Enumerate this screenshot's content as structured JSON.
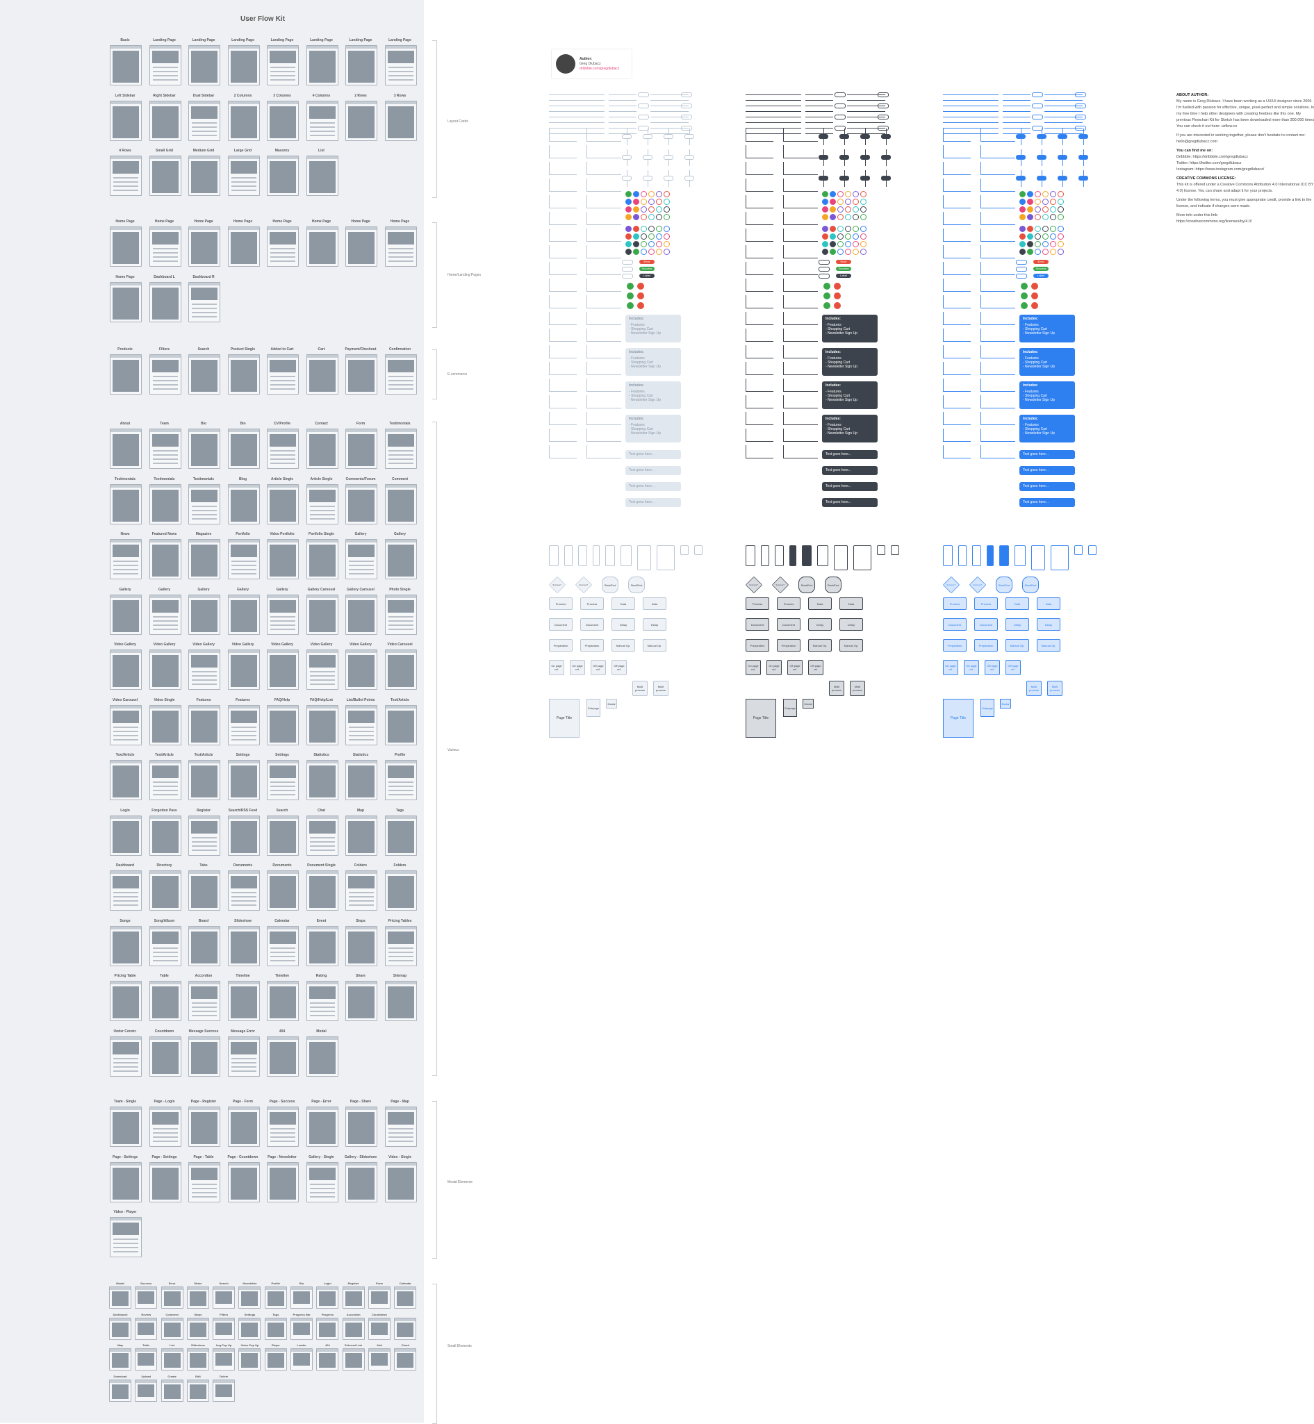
{
  "title": "User Flow Kit",
  "sections": [
    {
      "id": "layout",
      "label": "Layout Cards",
      "items": [
        "Basic",
        "Landing Page",
        "Landing Page",
        "Landing Page",
        "Landing Page",
        "Landing Page",
        "Landing Page",
        "Landing Page",
        "Left Sidebar",
        "Right Sidebar",
        "Dual Sidebar",
        "2 Columns",
        "3 Columns",
        "4 Columns",
        "2 Rows",
        "3 Rows",
        "4 Rows",
        "Small Grid",
        "Medium Grid",
        "Large Grid",
        "Masonry",
        "List"
      ]
    },
    {
      "id": "home",
      "label": "Home/Landing Pages",
      "items": [
        "Home Page",
        "Home Page",
        "Home Page",
        "Home Page",
        "Home Page",
        "Home Page",
        "Home Page",
        "Home Page",
        "Home Page",
        "Dashboard L",
        "Dashboard R"
      ]
    },
    {
      "id": "ecommerce",
      "label": "E-commerce",
      "items": [
        "Products",
        "Filters",
        "Search",
        "Product Single",
        "Added to Cart",
        "Cart",
        "Payment/Checkout",
        "Confirmation"
      ]
    },
    {
      "id": "various",
      "label": "Various",
      "items": [
        "About",
        "Team",
        "Bio",
        "Bio",
        "CV/Profile",
        "Contact",
        "Form",
        "Testimonials",
        "Testimonials",
        "Testimonials",
        "Testimonials",
        "Blog",
        "Article Single",
        "Article Single",
        "Comments/Forum",
        "Comment",
        "News",
        "Featured News",
        "Magazine",
        "Portfolio",
        "Video Portfolio",
        "Portfolio Single",
        "Gallery",
        "Gallery",
        "Gallery",
        "Gallery",
        "Gallery",
        "Gallery",
        "Gallery",
        "Gallery Carousel",
        "Gallery Carousel",
        "Photo Single",
        "Video Gallery",
        "Video Gallery",
        "Video Gallery",
        "Video Gallery",
        "Video Gallery",
        "Video Gallery",
        "Video Gallery",
        "Video Carousel",
        "Video Carousel",
        "Video Single",
        "Features",
        "Features",
        "FAQ/Help",
        "FAQ/Help/List",
        "List/Bullet Points",
        "Text/Article",
        "Text/Article",
        "Text/Article",
        "Text/Article",
        "Settings",
        "Settings",
        "Statistics",
        "Statistics",
        "Profile",
        "Login",
        "Forgotten Pass",
        "Register",
        "Search/RSS Feed",
        "Search",
        "Chat",
        "Map",
        "Tags",
        "Dashboard",
        "Directory",
        "Tabs",
        "Documents",
        "Documents",
        "Document Single",
        "Folders",
        "Folders",
        "Songs",
        "Song/Album",
        "Board",
        "Slideshow",
        "Calendar",
        "Event",
        "Steps",
        "Pricing Tables",
        "Pricing Table",
        "Table",
        "Accordion",
        "Timeline",
        "Timeline",
        "Rating",
        "Share",
        "Sitemap",
        "Under Constr.",
        "Countdown",
        "Message Success",
        "Message Error",
        "404",
        "Modal"
      ]
    },
    {
      "id": "modal",
      "label": "Modal Elements",
      "items": [
        "Team - Single",
        "Page - Login",
        "Page - Register",
        "Page - Form",
        "Page - Success",
        "Page - Error",
        "Page - Share",
        "Page - Map",
        "Page - Settings",
        "Page - Settings",
        "Page - Table",
        "Page - Countdown",
        "Page - Newsletter",
        "Gallery - Single",
        "Gallery - Slideshow",
        "Video - Single",
        "Video - Player"
      ]
    },
    {
      "id": "small",
      "label": "Small Elements",
      "items": [
        "Modal",
        "Success",
        "Error",
        "Share",
        "Search",
        "Newsletter",
        "Profile",
        "Bio",
        "Login",
        "Register",
        "Form",
        "Calendar",
        "Dashboard",
        "Review",
        "Comment",
        "Steps",
        "Filters",
        "Settings",
        "Tags",
        "Progress Bar",
        "Progress",
        "Accordion",
        "Countdown",
        "",
        "Map",
        "Table",
        "List",
        "Slideshow",
        "Img Pop Up",
        "Video Pop Up",
        "Player",
        "Loader",
        "404",
        "External Link",
        "Add",
        "Cloud",
        "Download",
        "Upload",
        "Create",
        "Edit",
        "Delete"
      ]
    }
  ],
  "author": {
    "label": "Author:",
    "name": "Greg Dlubacz",
    "link": "dribbble.com/gregdlubacz"
  },
  "flow": {
    "tags": [
      "Error",
      "Success",
      "Label"
    ],
    "includes_title": "Includes:",
    "includes_items": [
      "- Features",
      "- Shopping Cart",
      "- Newsletter Sign Up"
    ],
    "text_placeholder": "Text goes here...",
    "shapes": [
      "Success?",
      "Success?",
      "Start/End",
      "Start/End",
      "Process",
      "Process",
      "Data",
      "Data",
      "Document",
      "Document",
      "Delay",
      "Delay",
      "Preparation",
      "Preparation",
      "Manual Op.",
      "Manual Op.",
      "On page ref.",
      "On page ref.",
      "Off page ref.",
      "Off page ref.",
      "Multi process",
      "Multi process"
    ],
    "page_title": "Page Title",
    "subpage": "Subpage",
    "modal": "Modal"
  },
  "colors": {
    "light": "#9fb1c4",
    "dark": "#3d434c",
    "blue": "#2e7ff0",
    "panel": "#eef0f3"
  },
  "about": {
    "h_author": "ABOUT AUTHOR:",
    "p1": "My name is Greg Dlubacz. I have been working as a UX/UI designer since 2006. I'm fuelled with passion for effective, unique, pixel-perfect and simple solutions. In my free time I help other designers with creating freebies like this one. My previous Flowchart Kit for Sketch has been downloaded more than 300.000 times. You can check it out here: uxflow.co",
    "p2": "If you are interested in working together, please don't hesitate to contact me: hello@gregdlubacz.com",
    "h_find": "You can find me on:",
    "p3": "Dribbble: https://dribbble.com/gregdlubacz",
    "p4": "Twitter: https://twitter.com/gregdlubacz",
    "p5": "Instagram: https://www.instagram.com/gregdlubacz/",
    "h_license": "CREATIVE COMMONS LICENSE:",
    "p6": "This kit is offered under a Creative Commons Attribution 4.0 International (CC BY 4.0) license. You can share and adapt it for your projects.",
    "p7": "Under the following terms, you must give appropriate credit, provide a link to the license, and indicate if changes were made.",
    "p8": "More info under this link:",
    "p9": "https://creativecommons.org/licenses/by/4.0/"
  }
}
